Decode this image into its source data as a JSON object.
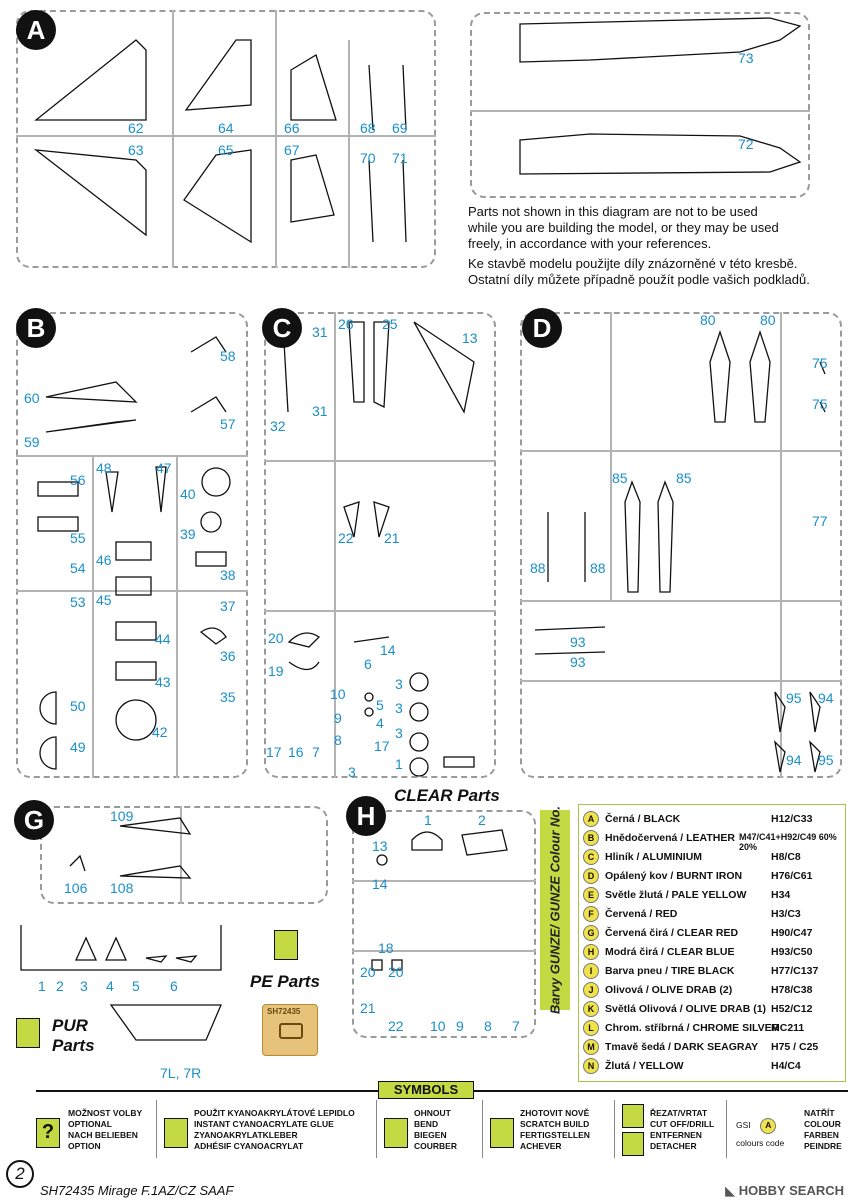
{
  "sections": {
    "A": "A",
    "B": "B",
    "C": "C",
    "D": "D",
    "G": "G",
    "H": "H"
  },
  "numbers": {
    "a": [
      "62",
      "63",
      "64",
      "65",
      "66",
      "67",
      "68",
      "69",
      "70",
      "71",
      "73",
      "72"
    ],
    "b": [
      "58",
      "60",
      "57",
      "59",
      "56",
      "48",
      "47",
      "40",
      "55",
      "39",
      "54",
      "46",
      "38",
      "53",
      "45",
      "37",
      "44",
      "36",
      "43",
      "35",
      "50",
      "42",
      "49"
    ],
    "c": [
      "31",
      "26",
      "25",
      "13",
      "31",
      "32",
      "22",
      "21",
      "20",
      "14",
      "19",
      "6",
      "10",
      "3",
      "9",
      "5",
      "3",
      "4",
      "3",
      "8",
      "17",
      "17",
      "16",
      "7",
      "3",
      "1"
    ],
    "d": [
      "80",
      "80",
      "75",
      "75",
      "85",
      "85",
      "77",
      "88",
      "88",
      "93",
      "93",
      "95",
      "94",
      "94",
      "95"
    ],
    "g": [
      "109",
      "106",
      "108"
    ],
    "h": [
      "1",
      "2",
      "13",
      "14",
      "18",
      "20",
      "20",
      "21",
      "22",
      "10",
      "9",
      "8",
      "7"
    ],
    "pur": [
      "1",
      "2",
      "3",
      "4",
      "5",
      "6"
    ],
    "pur2": "7L, 7R"
  },
  "notes": {
    "en1": "Parts not shown in this diagram are not to be used",
    "en2": "while you are building the model, or they may be used",
    "en3": "freely, in accordance with your references.",
    "cz1": "Ke stavbě modelu použijte díly znázorněné v této kresbě.",
    "cz2": "Ostatní díly můžete případně použít podle vašich podkladů."
  },
  "labels": {
    "clear": "CLEAR Parts",
    "pe": "PE Parts",
    "pur_a": "PUR",
    "pur_b": "Parts",
    "pe_plate": "SH72435",
    "colour_side": "Barvy GUNZE/ GUNZE Colour No."
  },
  "legend": [
    {
      "badge": "A",
      "name": "Černá / BLACK",
      "code": "H12/C33"
    },
    {
      "badge": "B",
      "name": "Hnědočervená / LEATHER",
      "code": "M47/C41+H92/C49 60% 20%"
    },
    {
      "badge": "C",
      "name": "Hliník / ALUMINIUM",
      "code": "H8/C8"
    },
    {
      "badge": "D",
      "name": "Opálený kov / BURNT IRON",
      "code": "H76/C61"
    },
    {
      "badge": "E",
      "name": "Světle žlutá / PALE YELLOW",
      "code": "H34"
    },
    {
      "badge": "F",
      "name": "Červená / RED",
      "code": "H3/C3"
    },
    {
      "badge": "G",
      "name": "Červená čirá / CLEAR RED",
      "code": "H90/C47"
    },
    {
      "badge": "H",
      "name": "Modrá čirá / CLEAR BLUE",
      "code": "H93/C50"
    },
    {
      "badge": "I",
      "name": "Barva pneu / TIRE BLACK",
      "code": "H77/C137"
    },
    {
      "badge": "J",
      "name": "Olivová / OLIVE DRAB (2)",
      "code": "H78/C38"
    },
    {
      "badge": "K",
      "name": "Světlá Olivová / OLIVE DRAB (1)",
      "code": "H52/C12"
    },
    {
      "badge": "L",
      "name": "Chrom. stříbrná / CHROME SILVER",
      "code": "MC211"
    },
    {
      "badge": "M",
      "name": "Tmavě šedá / DARK SEAGRAY",
      "code": "H75 / C25"
    },
    {
      "badge": "N",
      "name": "Žlutá / YELLOW",
      "code": "H4/C4"
    }
  ],
  "symbols": {
    "title": "SYMBOLS",
    "s1": [
      "MOŽNOST VOLBY",
      "OPTIONAL",
      "NACH BELIEBEN",
      "OPTION"
    ],
    "s2": [
      "POUŽIT KYANOAKRYLÁTOVÉ LEPIDLO",
      "INSTANT CYANOACRYLATE GLUE",
      "ZYANOAKRYLATKLEBER",
      "ADHÉSIF CYANOACRYLAT"
    ],
    "s3": [
      "OHNOUT",
      "BEND",
      "BIEGEN",
      "COURBER"
    ],
    "s4": [
      "ZHOTOVIT NOVĚ",
      "SCRATCH BUILD",
      "FERTIGSTELLEN",
      "ACHEVER"
    ],
    "s5": [
      "ŘEZAT/VRTAT",
      "CUT OFF/DRILL",
      "ENTFERNEN",
      "DETACHER"
    ],
    "s6a": "GSI",
    "s6b": "colours code",
    "s6badge": "A",
    "s7": [
      "NATŘÍT",
      "COLOUR",
      "FARBEN",
      "PEINDRE"
    ]
  },
  "footer": {
    "page": "2",
    "title": "SH72435 Mirage F.1AZ/CZ SAAF",
    "watermark": "◣ HOBBY SEARCH"
  },
  "colors": {
    "accent": "#c5d942",
    "number": "#1a8fc9",
    "sprue": "#9a9a9a"
  }
}
